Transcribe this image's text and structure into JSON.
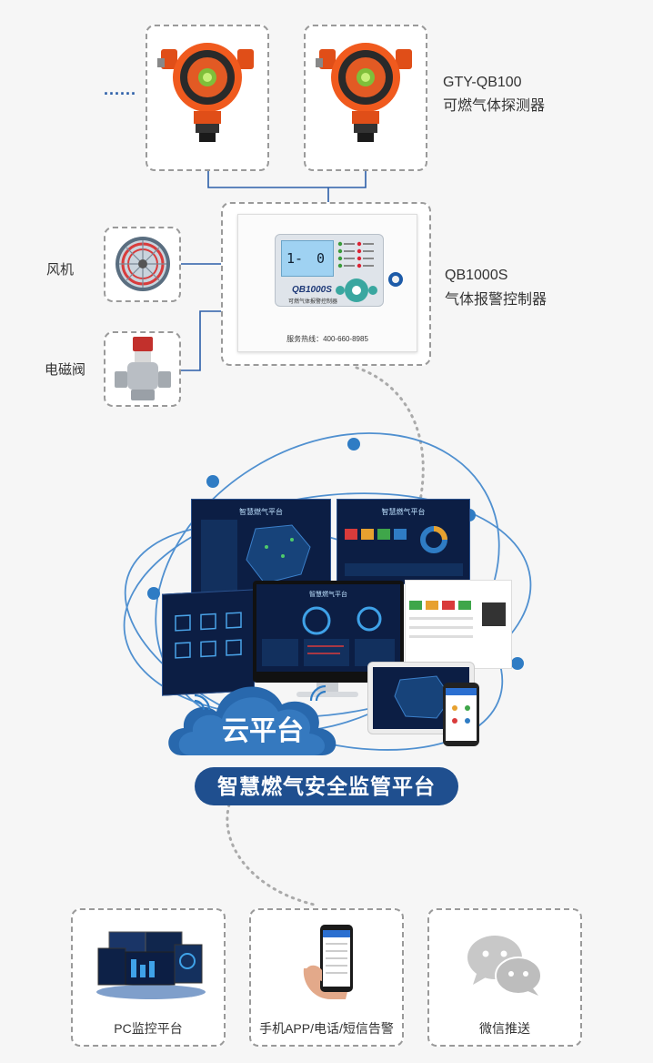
{
  "detectors": {
    "dots": "......",
    "model": "GTY-QB100",
    "name": "可燃气体探测器"
  },
  "controller": {
    "model": "QB1000S",
    "name": "气体报警控制器",
    "panel_model": "QB1000S",
    "panel_subtitle": "可燃气体报警控制器",
    "hotline": "服务热线：400-660-8985",
    "lcd_left": "1-",
    "lcd_right": "0"
  },
  "peripherals": {
    "fan": "风机",
    "valve": "电磁阀"
  },
  "cloud": {
    "title": "云平台",
    "platform": "智慧燃气安全监管平台",
    "screen_title_1": "智慧燃气平台",
    "screen_title_2": "智慧燃气平台",
    "screen_title_center": "智慧燃气平台"
  },
  "outputs": {
    "pc": "PC监控平台",
    "mobile": "手机APP/电话/短信告警",
    "wechat": "微信推送"
  },
  "colors": {
    "line": "#2b5ea8",
    "orbit": "#3f86cc",
    "node": "#2f7cc4",
    "pill": "#1f4f8f",
    "cloud": "#2868ad",
    "detector_body": "#f05a1e",
    "dashed_border": "#9a9a9a"
  }
}
